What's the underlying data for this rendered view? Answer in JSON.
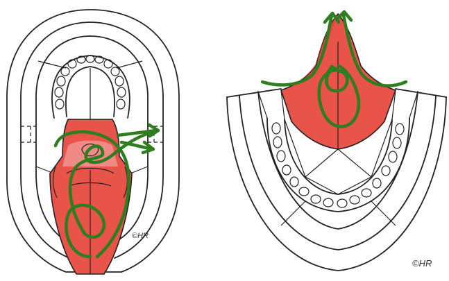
{
  "figures": [
    {
      "id": "upper-view",
      "copyright": "©HR"
    },
    {
      "id": "lower-view",
      "copyright": "©HR"
    }
  ],
  "colors": {
    "highlight_red": "#e8534a",
    "highlight_pink": "#f08a85",
    "arrow_green": "#2e7d1f",
    "outline": "#222222"
  }
}
